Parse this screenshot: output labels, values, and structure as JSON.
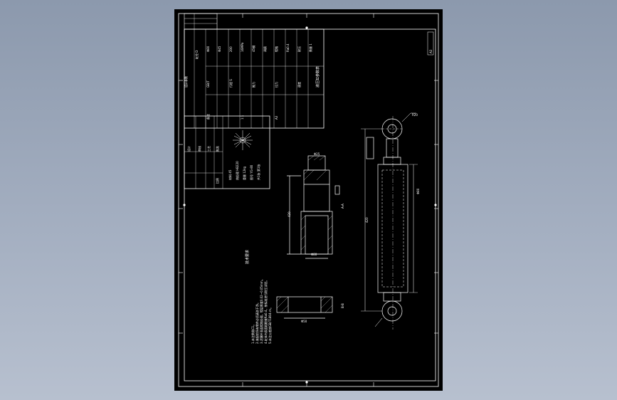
{
  "drawing": {
    "background_color": "#000000",
    "line_color": "#ffffff",
    "page_color": "#9aa6b8"
  },
  "labels": {
    "title_block_header": "液压缸参数表",
    "border_mark": "A3",
    "section_mark_top": "A-A",
    "section_mark_bottom": "B-B",
    "note_title": "技术要求",
    "notes": [
      "1.未注倒角C1。",
      "2.装配前所有零件必须清洗干净。",
      "3.活塞杆表面镀铬处理，镀层厚度0.02~0.05mm。",
      "4.缸体内表面粗糙度Ra0.4，按标准进行耐压试验。",
      "5.未注公差按GB/T1804-m。"
    ],
    "dims": {
      "d1": "Φ50",
      "d2": "Φ80",
      "len": "420",
      "rod": "Φ25",
      "eye": "R20"
    }
  }
}
